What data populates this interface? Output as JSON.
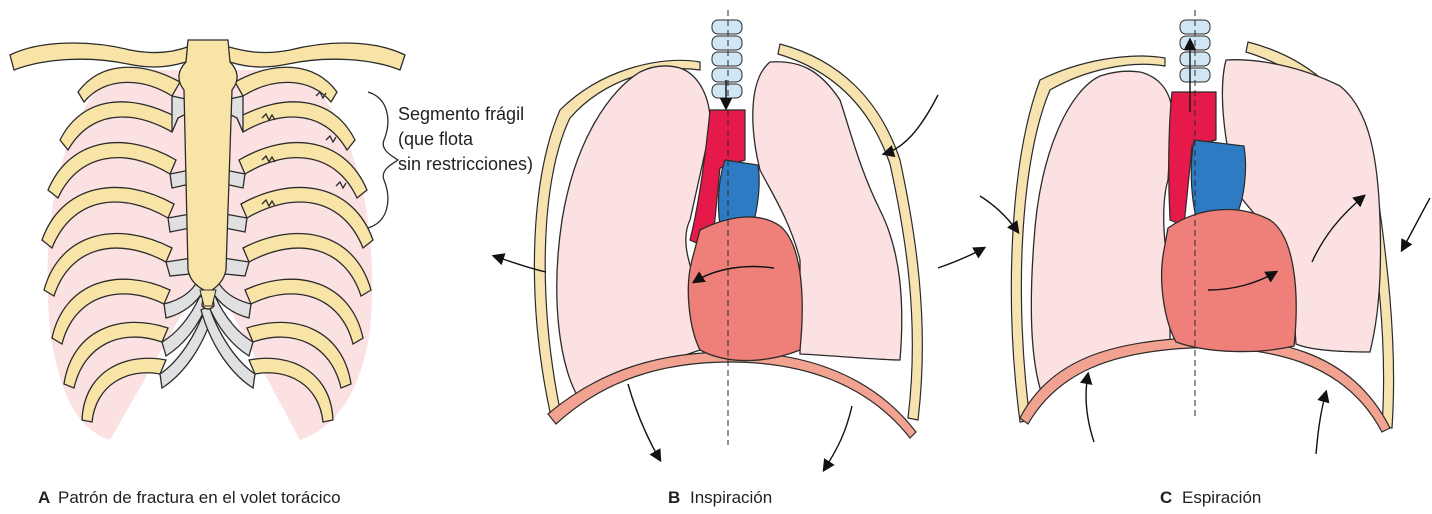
{
  "colors": {
    "bone": "#f9e4a8",
    "bone_outline": "#2b2b2b",
    "cartilage": "#e0e0e2",
    "lung": "#fbe1e1",
    "heart": "#ef8079",
    "artery": "#e6194b",
    "vein": "#2e7bc4",
    "trachea": "#cfe6f4",
    "pleura": "#f2a290",
    "chest_wall": "#f6e3b0"
  },
  "panel_a": {
    "letter": "A",
    "caption": "Patrón de fractura en el volet torácico",
    "callout_lines": [
      "Segmento frágil",
      "(que flota",
      "sin restricciones)"
    ]
  },
  "panel_b": {
    "letter": "B",
    "caption": "Inspiración"
  },
  "panel_c": {
    "letter": "C",
    "caption": "Espiración"
  }
}
